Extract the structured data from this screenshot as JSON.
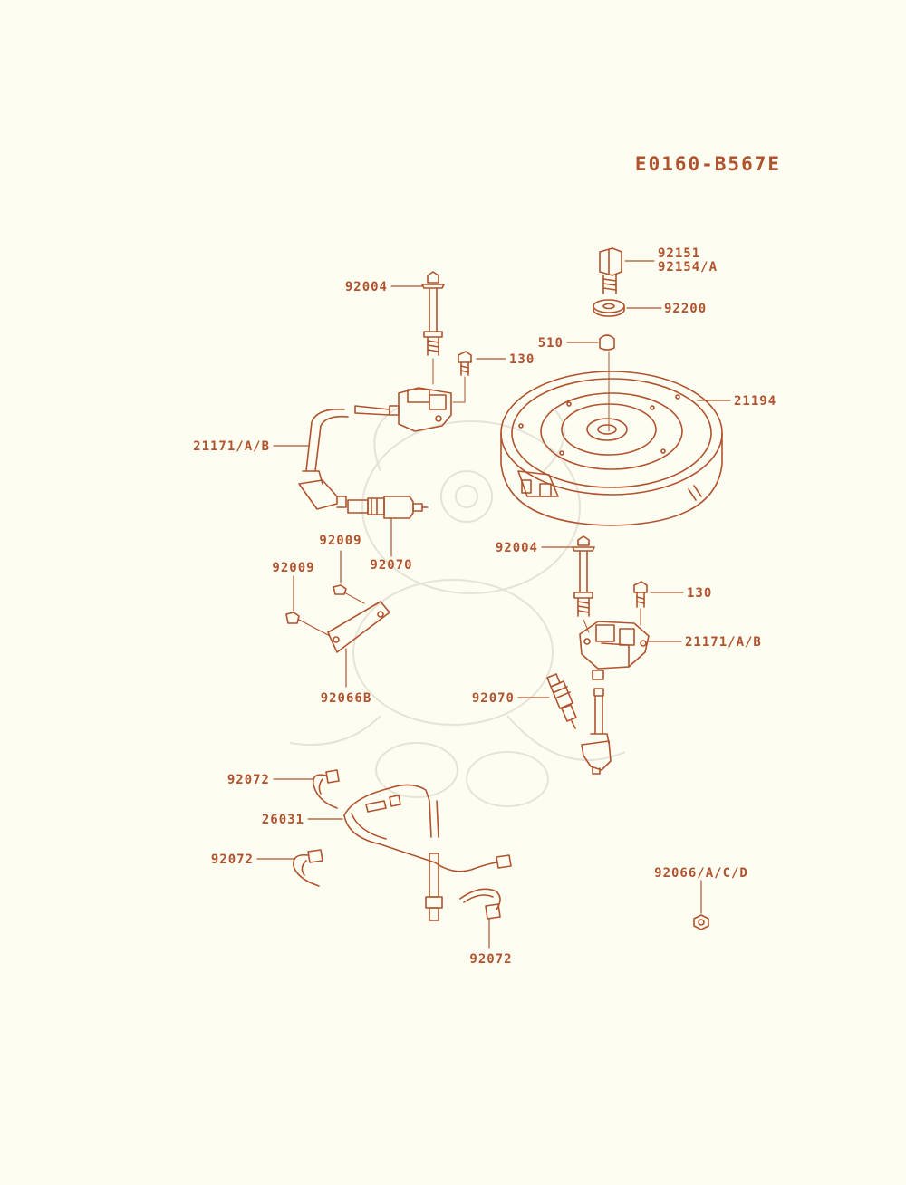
{
  "diagram_code": "E0160-B567E",
  "colors": {
    "ink": "#b0532e",
    "background": "#fdfdf1",
    "watermark": "#e6e3d8"
  },
  "labels": {
    "p92151": "92151",
    "p92154a": "92154/A",
    "p92200": "92200",
    "p510": "510",
    "p21194": "21194",
    "p92004_top": "92004",
    "p130_top": "130",
    "p21171_left": "21171/A/B",
    "p92070_left": "92070",
    "p92009_a": "92009",
    "p92009_b": "92009",
    "p92066b": "92066B",
    "p92004_right": "92004",
    "p130_right": "130",
    "p21171_right": "21171/A/B",
    "p92070_right": "92070",
    "p92072_a": "92072",
    "p26031": "26031",
    "p92072_b": "92072",
    "p92072_c": "92072",
    "p92066acd": "92066/A/C/D"
  }
}
